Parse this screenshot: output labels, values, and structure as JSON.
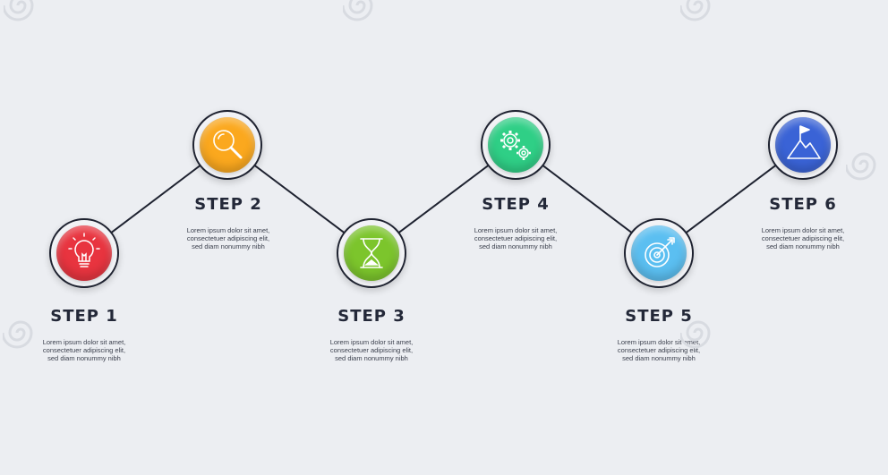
{
  "steps": [
    {
      "title": "STEP 1",
      "desc": [
        "Lorem ipsum dolor sit amet,",
        "consectetuer adipiscing elit,",
        "sed diam nonummy nibh"
      ],
      "color": "#e8343f",
      "icon": "lightbulb-icon"
    },
    {
      "title": "STEP 2",
      "desc": [
        "Lorem ipsum dolor sit amet,",
        "consectetuer adipiscing elit,",
        "sed diam nonummy nibh"
      ],
      "color": "#fba81e",
      "icon": "magnifier-icon"
    },
    {
      "title": "STEP 3",
      "desc": [
        "Lorem ipsum dolor sit amet,",
        "consectetuer adipiscing elit,",
        "sed diam nonummy nibh"
      ],
      "color": "#7cc52c",
      "icon": "hourglass-icon"
    },
    {
      "title": "STEP 4",
      "desc": [
        "Lorem ipsum dolor sit amet,",
        "consectetuer adipiscing elit,",
        "sed diam nonummy nibh"
      ],
      "color": "#2fcf86",
      "icon": "gears-icon"
    },
    {
      "title": "STEP 5",
      "desc": [
        "Lorem ipsum dolor sit amet,",
        "consectetuer adipiscing elit,",
        "sed diam nonummy nibh"
      ],
      "color": "#5bbff1",
      "icon": "target-icon"
    },
    {
      "title": "STEP 6",
      "desc": [
        "Lorem ipsum dolor sit amet,",
        "consectetuer adipiscing elit,",
        "sed diam nonummy nibh"
      ],
      "color": "#3a63d6",
      "icon": "mountain-flag-icon"
    }
  ],
  "theme": {
    "line_color": "#1e2230",
    "text_color": "#232838",
    "background": "#eceef2"
  }
}
